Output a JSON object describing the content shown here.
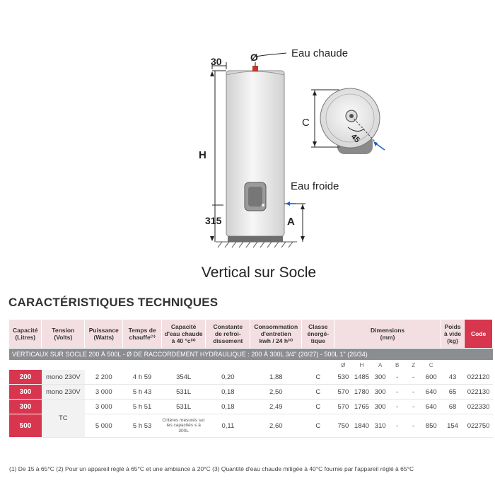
{
  "diagram": {
    "labels": {
      "hot_water": "Eau chaude",
      "cold_water": "Eau froide",
      "diameter_symbol": "Ø",
      "dim_30": "30",
      "dim_h": "H",
      "dim_315": "315",
      "dim_a": "A",
      "dim_c": "C",
      "dim_45": "45"
    },
    "caption": "Vertical sur Socle"
  },
  "section_title": "CARACTÉRISTIQUES TECHNIQUES",
  "table": {
    "headers": {
      "capacite": [
        "Capacité",
        "(Litres)"
      ],
      "tension": [
        "Tension",
        "(Volts)"
      ],
      "puissance": [
        "Puissance",
        "(Watts)"
      ],
      "temps": [
        "Temps de",
        "chauffe⁽¹⁾"
      ],
      "cap_eau": [
        "Capacité",
        "d'eau chaude",
        "à 40 °c⁽³⁾"
      ],
      "constante": [
        "Constante",
        "de refroi-",
        "dissement"
      ],
      "conso": [
        "Consommation",
        "d'entretien",
        "kwh / 24 h⁽²⁾"
      ],
      "classe": [
        "Classe",
        "énergé-",
        "tique"
      ],
      "dimensions": [
        "Dimensions",
        "(mm)"
      ],
      "poids": [
        "Poids",
        "à vide",
        "(kg)"
      ],
      "code": "Code"
    },
    "band": "VERTICAUX SUR SOCLE 200 À 500L - Ø DE RACCORDEMENT HYDRAULIQUE : 200 À 300L 3/4\" (20/27) - 500L 1\" (26/34)",
    "dim_subheaders": [
      "Ø",
      "H",
      "A",
      "B",
      "Z",
      "C"
    ],
    "tc_label": "TC",
    "rows": [
      {
        "capacite": "200",
        "tension": "mono 230V",
        "puissance": "2 200",
        "temps": "4 h 59",
        "cap_eau": "354L",
        "constante": "0,20",
        "conso": "1,88",
        "classe": "C",
        "dims": [
          "530",
          "1485",
          "300",
          "-",
          "-",
          "600"
        ],
        "poids": "43",
        "code": "022120"
      },
      {
        "capacite": "300",
        "tension": "mono 230V",
        "puissance": "3 000",
        "temps": "5 h 43",
        "cap_eau": "531L",
        "constante": "0,18",
        "conso": "2,50",
        "classe": "C",
        "dims": [
          "570",
          "1780",
          "300",
          "-",
          "-",
          "640"
        ],
        "poids": "65",
        "code": "022130"
      },
      {
        "capacite": "300",
        "puissance": "3 000",
        "temps": "5 h 51",
        "cap_eau": "531L",
        "constante": "0,18",
        "conso": "2,49",
        "classe": "C",
        "dims": [
          "570",
          "1765",
          "300",
          "-",
          "-",
          "640"
        ],
        "poids": "68",
        "code": "022330"
      },
      {
        "capacite": "500",
        "puissance": "5 000",
        "temps": "5 h 53",
        "cap_eau": "Critères mesurés sur les capacités ≤ à 300L",
        "constante": "0,11",
        "conso": "2,60",
        "classe": "C",
        "dims": [
          "750",
          "1840",
          "310",
          "-",
          "-",
          "850"
        ],
        "poids": "154",
        "code": "022750"
      }
    ]
  },
  "footnote": "(1) De 15 à 65°C (2) Pour un appareil réglé à 65°C et une ambiance à 20°C (3) Quantité d'eau chaude mitigée à 40°C fournie par l'appareil réglé à 65°C",
  "colors": {
    "accent": "#d8354f",
    "header_bg": "#f3dfe2",
    "band_bg": "#8c8d90",
    "arrow_blue": "#1f5fbf"
  }
}
